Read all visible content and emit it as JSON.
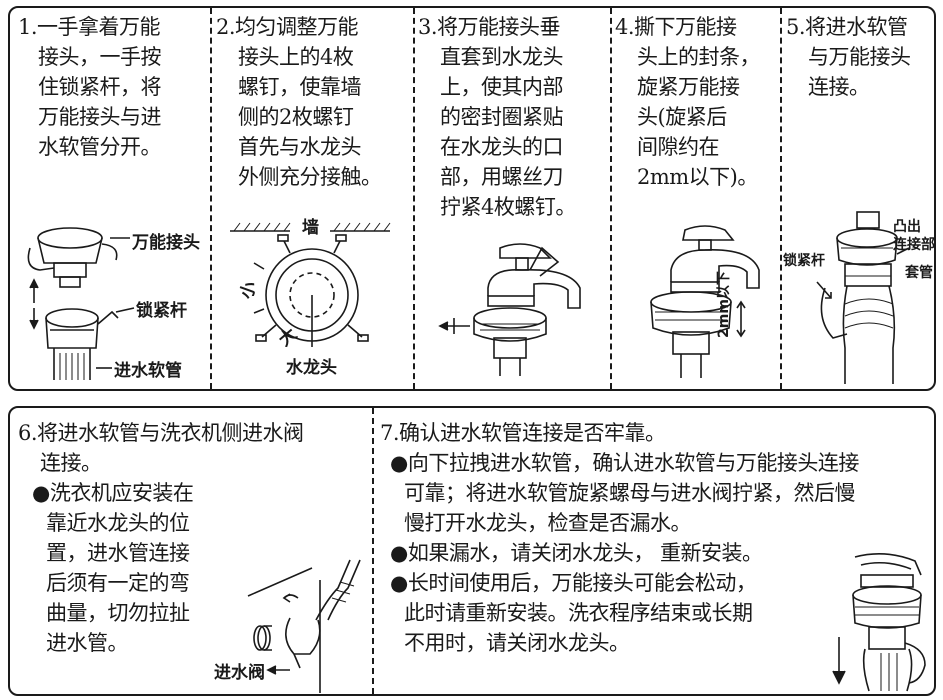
{
  "top_steps": [
    {
      "num": "1.",
      "lines": [
        "一手拿着万能",
        "接头，一手按",
        "住锁紧杆，将",
        "万能接头与进",
        "水软管分开。"
      ]
    },
    {
      "num": "2.",
      "lines": [
        "均匀调整万能",
        "接头上的4枚",
        "螺钉，使靠墙",
        "侧的2枚螺钉",
        "首先与水龙头",
        "外侧充分接触。"
      ]
    },
    {
      "num": "3.",
      "lines": [
        "将万能接头垂",
        "直套到水龙头",
        "上，使其内部",
        "的密封圈紧贴",
        "在水龙头的口",
        "部，用螺丝刀",
        "拧紧4枚螺钉。"
      ]
    },
    {
      "num": "4.",
      "lines": [
        "撕下万能接",
        "头上的封条，",
        "旋紧万能接",
        "头(旋紧后",
        "间隙约在",
        "2mm以下)。"
      ]
    },
    {
      "num": "5.",
      "lines": [
        "将进水软管",
        "与万能接头",
        "连接。"
      ]
    }
  ],
  "figure_labels": {
    "fig1_universal_joint": "万能接头",
    "fig1_lock_lever": "锁紧杆",
    "fig1_inlet_hose": "进水软管",
    "fig2_wall": "墙",
    "fig2_small": "小",
    "fig2_large": "大",
    "fig2_faucet": "水龙头",
    "fig4_gap": "2mm以下",
    "fig5_lock_lever": "锁紧杆",
    "fig5_protrusion": "凸出",
    "fig5_connector": "连接部",
    "fig5_sleeve": "套管",
    "fig6_inlet_valve": "进水阀"
  },
  "step6": {
    "num": "6.",
    "heading_lines": [
      "将进水软管与洗衣机侧进水阀",
      "连接。"
    ],
    "bullet": "●",
    "bullet_lines": [
      "洗衣机应安装在",
      "靠近水龙头的位",
      "置，进水管连接",
      "后须有一定的弯",
      "曲量，切勿拉扯",
      "进水管。"
    ]
  },
  "step7": {
    "num": "7.",
    "heading": "确认进水软管连接是否牢靠。",
    "bullets": [
      {
        "mark": "●",
        "lines": [
          "向下拉拽进水软管，确认进水软管与万能接头连接",
          "可靠；将进水软管旋紧螺母与进水阀拧紧，然后慢",
          "慢打开水龙头，检查是否漏水。"
        ]
      },
      {
        "mark": "●",
        "lines": [
          "如果漏水，请关闭水龙头， 重新安装。"
        ]
      },
      {
        "mark": "●",
        "lines": [
          "长时间使用后，万能接头可能会松动，",
          "此时请重新安装。洗衣程序结束或长期",
          "不用时，请关闭水龙头。"
        ]
      }
    ]
  }
}
